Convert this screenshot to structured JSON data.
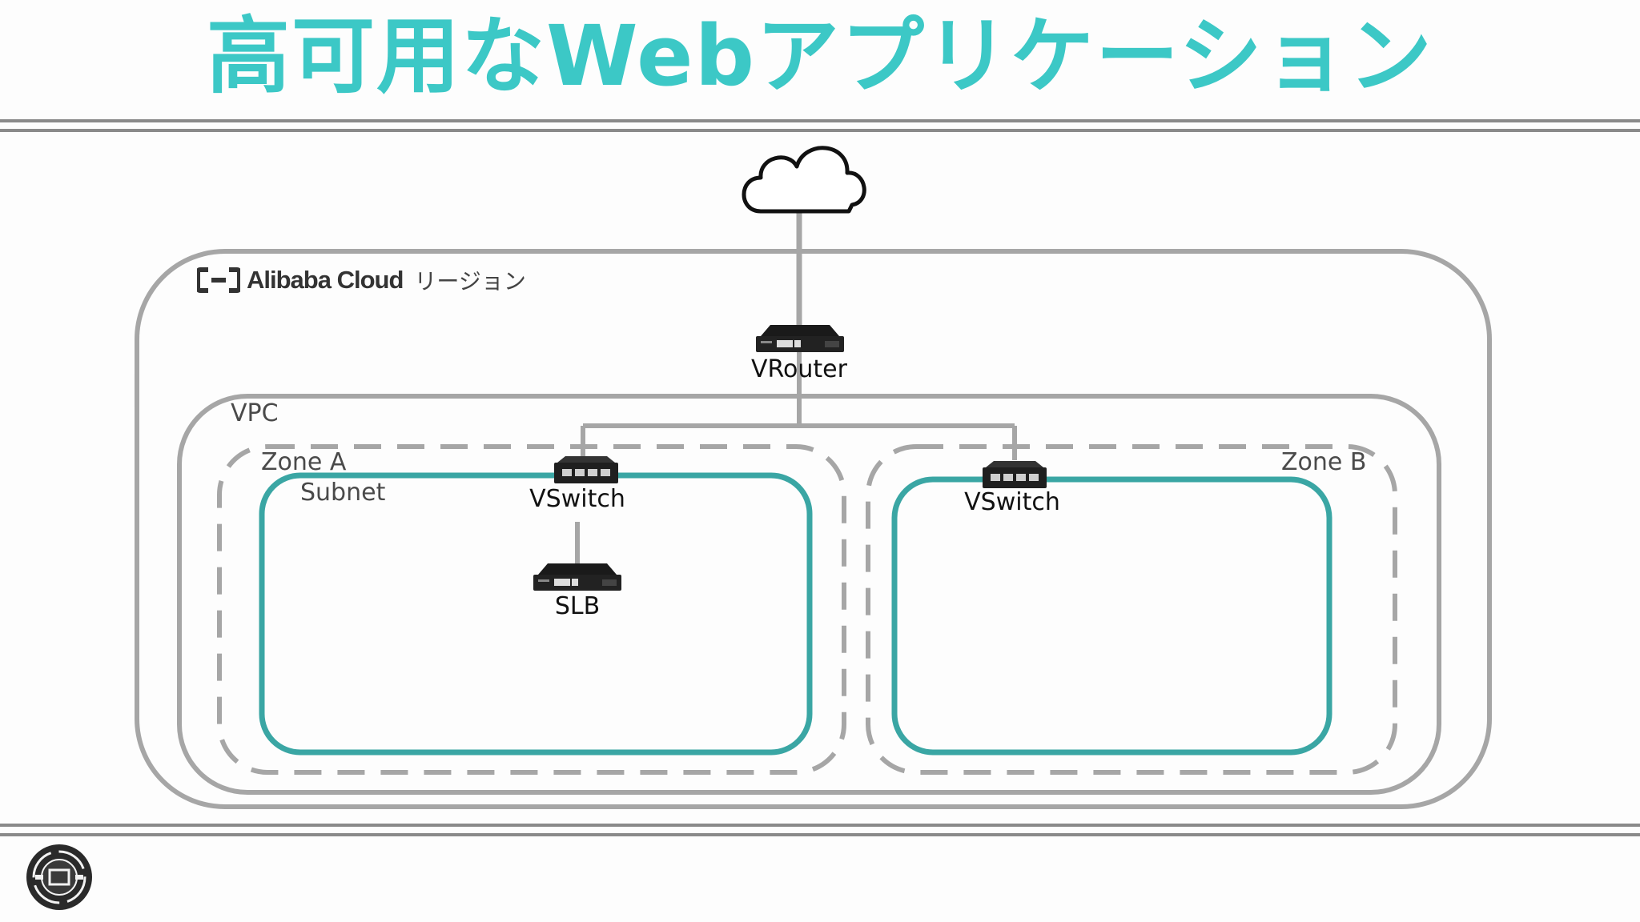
{
  "title": "高可用なWebアプリケーション",
  "colors": {
    "title": "#3cc8c6",
    "subnet": "#3aa6a4",
    "outline": "#a6a6a6",
    "rule": "#8a8a8a"
  },
  "icons": {
    "cloud": "cloud-icon",
    "router": "router-device-icon",
    "switch": "switch-device-icon",
    "load_balancer": "load-balancer-device-icon",
    "brand": "alibaba-cloud-logo-icon",
    "channel": "channel-logo-icon"
  },
  "region": {
    "brand": "Alibaba Cloud",
    "label": "リージョン"
  },
  "vpc": {
    "label": "VPC"
  },
  "zone_a": {
    "label": "Zone A",
    "subnet_label": "Subnet"
  },
  "zone_b": {
    "label": "Zone B"
  },
  "nodes": {
    "vrouter": "VRouter",
    "vswitch_a": "VSwitch",
    "vswitch_b": "VSwitch",
    "slb": "SLB"
  }
}
